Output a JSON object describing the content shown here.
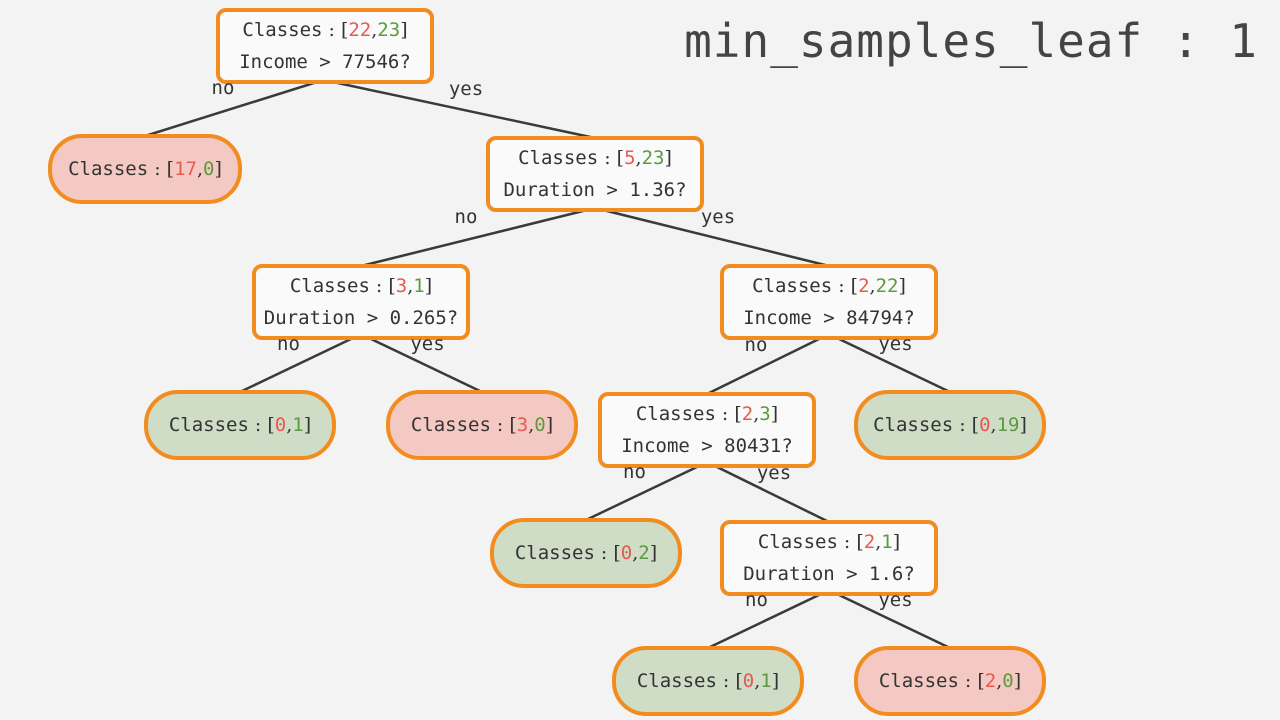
{
  "title": "min_samples_leaf : 1",
  "colors": {
    "border": "#f28c1e",
    "leaf_negative": "#f5c9c3",
    "leaf_positive": "#cfdcc6",
    "class0_text": "#e65a52",
    "class1_text": "#5c9a40"
  },
  "class_prefix": "Classes",
  "edge_labels": {
    "left": "no",
    "right": "yes"
  },
  "nodes": [
    {
      "id": "n0",
      "type": "split",
      "counts": [
        22,
        23
      ],
      "condition": "Income > 77546?"
    },
    {
      "id": "n1",
      "type": "leaf",
      "counts": [
        17,
        0
      ],
      "majority": "negative"
    },
    {
      "id": "n2",
      "type": "split",
      "counts": [
        5,
        23
      ],
      "condition": "Duration > 1.36?"
    },
    {
      "id": "n3",
      "type": "split",
      "counts": [
        3,
        1
      ],
      "condition": "Duration > 0.265?"
    },
    {
      "id": "n4",
      "type": "split",
      "counts": [
        2,
        22
      ],
      "condition": "Income > 84794?"
    },
    {
      "id": "n5",
      "type": "leaf",
      "counts": [
        0,
        1
      ],
      "majority": "positive"
    },
    {
      "id": "n6",
      "type": "leaf",
      "counts": [
        3,
        0
      ],
      "majority": "negative"
    },
    {
      "id": "n7",
      "type": "split",
      "counts": [
        2,
        3
      ],
      "condition": "Income > 80431?"
    },
    {
      "id": "n8",
      "type": "leaf",
      "counts": [
        0,
        19
      ],
      "majority": "positive"
    },
    {
      "id": "n9",
      "type": "leaf",
      "counts": [
        0,
        2
      ],
      "majority": "positive"
    },
    {
      "id": "n10",
      "type": "split",
      "counts": [
        2,
        1
      ],
      "condition": "Duration > 1.6?"
    },
    {
      "id": "n11",
      "type": "leaf",
      "counts": [
        0,
        1
      ],
      "majority": "positive"
    },
    {
      "id": "n12",
      "type": "leaf",
      "counts": [
        2,
        0
      ],
      "majority": "negative"
    }
  ],
  "edges": [
    {
      "from": "n0",
      "to": "n1",
      "label": "no"
    },
    {
      "from": "n0",
      "to": "n2",
      "label": "yes"
    },
    {
      "from": "n2",
      "to": "n3",
      "label": "no"
    },
    {
      "from": "n2",
      "to": "n4",
      "label": "yes"
    },
    {
      "from": "n3",
      "to": "n5",
      "label": "no"
    },
    {
      "from": "n3",
      "to": "n6",
      "label": "yes"
    },
    {
      "from": "n4",
      "to": "n7",
      "label": "no"
    },
    {
      "from": "n4",
      "to": "n8",
      "label": "yes"
    },
    {
      "from": "n7",
      "to": "n9",
      "label": "no"
    },
    {
      "from": "n7",
      "to": "n10",
      "label": "yes"
    },
    {
      "from": "n10",
      "to": "n11",
      "label": "no"
    },
    {
      "from": "n10",
      "to": "n12",
      "label": "yes"
    }
  ]
}
